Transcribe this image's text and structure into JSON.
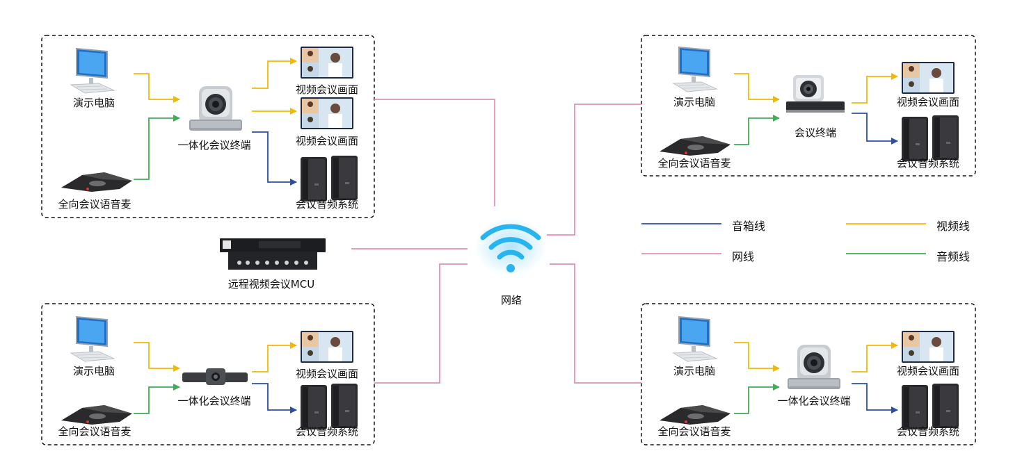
{
  "colors": {
    "speaker_line": "#2b4ea6",
    "video_line": "#f5b800",
    "network_line": "#e58fb4",
    "audio_line": "#3daf55",
    "wifi": "#28b4ee"
  },
  "center": {
    "network_label": "网络",
    "mcu_label": "远程视频会议MCU"
  },
  "room1": {
    "pc": "演示电脑",
    "mic": "全向会议语音麦",
    "terminal": "一体化会议终端",
    "screen1": "视频会议画面",
    "screen2": "视频会议画面",
    "speakers": "会议音频系统"
  },
  "room2": {
    "pc": "演示电脑",
    "mic": "全向会议语音麦",
    "terminal": "会议终端",
    "screen": "视频会议画面",
    "speakers": "会议音频系统"
  },
  "room3": {
    "pc": "演示电脑",
    "mic": "全向会议语音麦",
    "terminal": "一体化会议终端",
    "screen": "视频会议画面",
    "speakers": "会议音频系统"
  },
  "room4": {
    "pc": "演示电脑",
    "mic": "全向会议语音麦",
    "terminal": "一体化会议终端",
    "screen": "视频会议画面",
    "speakers": "会议音频系统"
  },
  "legend": {
    "speaker_line": "音箱线",
    "video_line": "视频线",
    "network_line": "网线",
    "audio_line": "音频线"
  }
}
